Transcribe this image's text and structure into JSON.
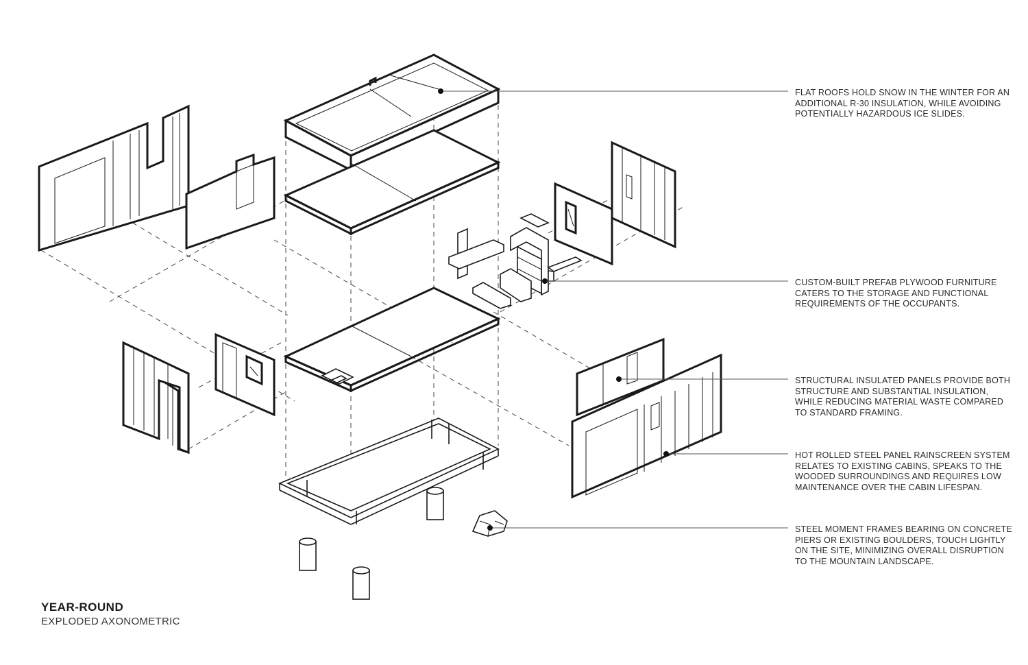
{
  "title": "YEAR-ROUND",
  "subtitle": "EXPLODED AXONOMETRIC",
  "annotations": [
    {
      "id": "roof",
      "text": "FLAT ROOFS HOLD SNOW IN THE WINTER FOR AN ADDITIONAL R-30 INSULATION, WHILE AVOIDING POTENTIALLY HAZARDOUS ICE SLIDES."
    },
    {
      "id": "furniture",
      "text": "CUSTOM-BUILT PREFAB PLYWOOD FURNITURE CATERS TO THE STORAGE AND FUNCTIONAL REQUIREMENTS OF THE OCCUPANTS."
    },
    {
      "id": "sip",
      "text": "STRUCTURAL INSULATED PANELS PROVIDE BOTH STRUCTURE AND SUBSTANTIAL INSULATION, WHILE REDUCING MATERIAL WASTE COMPARED TO STANDARD FRAMING."
    },
    {
      "id": "rainscreen",
      "text": "HOT ROLLED STEEL PANEL RAINSCREEN SYSTEM RELATES TO EXISTING CABINS, SPEAKS TO  THE WOODED SURROUNDINGS AND REQUIRES LOW MAINTENANCE OVER THE CABIN LIFESPAN."
    },
    {
      "id": "frames",
      "text": "STEEL MOMENT FRAMES BEARING ON CONCRETE PIERS OR EXISTING BOULDERS, TOUCH LIGHTLY ON THE SITE, MINIMIZING OVERALL DISRUPTION TO THE MOUNTAIN LANDSCAPE."
    }
  ]
}
